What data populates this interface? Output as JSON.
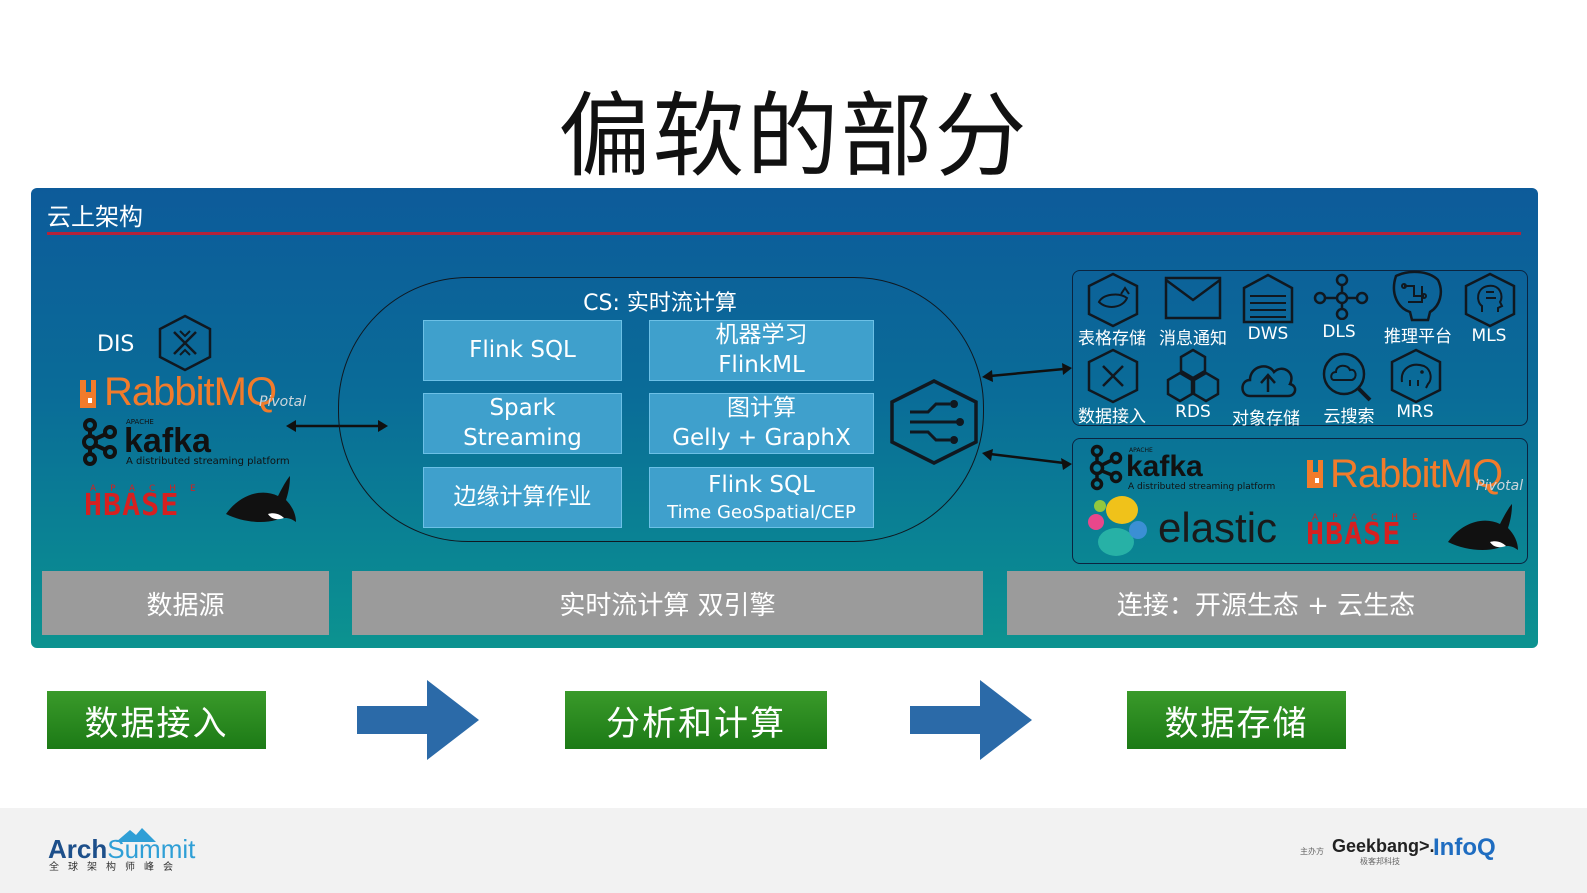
{
  "title": "偏软的部分",
  "panel": {
    "title": "云上架构",
    "sources": {
      "dis": "DIS",
      "rabbitmq": "RabbitMQ",
      "pivotal": "Pivotal",
      "kafka": "kafka",
      "kafka_apache": "APACHE",
      "kafka_tagline": "A distributed streaming platform",
      "hbase": "HBASE",
      "hbase_apache": "APACHE"
    },
    "cs": {
      "title": "CS: 实时流计算",
      "tiles": [
        {
          "line1": "Flink SQL",
          "line2": ""
        },
        {
          "line1": "机器学习",
          "line2": "FlinkML"
        },
        {
          "line1": "Spark",
          "line2": "Streaming"
        },
        {
          "line1": "图计算",
          "line2": "Gelly + GraphX"
        },
        {
          "line1": "边缘计算作业",
          "line2": ""
        },
        {
          "line1": "Flink SQL",
          "line2": "Time GeoSpatial/CEP"
        }
      ]
    },
    "cloud_services": [
      {
        "label": "表格存储",
        "icon": "whale-hex-icon"
      },
      {
        "label": "消息通知",
        "icon": "envelope-icon"
      },
      {
        "label": "DWS",
        "icon": "warehouse-icon"
      },
      {
        "label": "DLS",
        "icon": "network-icon"
      },
      {
        "label": "推理平台",
        "icon": "circuit-brain-icon"
      },
      {
        "label": "MLS",
        "icon": "head-hex-icon"
      },
      {
        "label": "数据接入",
        "icon": "dis-hex-icon"
      },
      {
        "label": "RDS",
        "icon": "hexagons-icon"
      },
      {
        "label": "对象存储",
        "icon": "cloud-upload-icon"
      },
      {
        "label": "云搜索",
        "icon": "search-cloud-icon"
      },
      {
        "label": "MRS",
        "icon": "elephant-hex-icon"
      }
    ],
    "open_source": {
      "kafka": "kafka",
      "kafka_apache": "APACHE",
      "kafka_tagline": "A distributed streaming platform",
      "rabbitmq": "RabbitMQ",
      "pivotal": "Pivotal",
      "elastic": "elastic",
      "hbase": "HBASE",
      "hbase_apache": "APACHE"
    },
    "bars": [
      "数据源",
      "实时流计算 双引擎",
      "连接：开源生态 + 云生态"
    ]
  },
  "stages": [
    "数据接入",
    "分析和计算",
    "数据存储"
  ],
  "footer": {
    "arch": "Arch",
    "summit": "Summit",
    "arch_sub": "全球架构师峰会",
    "host": "主办方",
    "geekbang": "Geekbang>.",
    "geekbang_sub": "极客邦科技",
    "infoq": "InfoQ"
  },
  "colors": {
    "panel_top": "#0d5b9a",
    "panel_bottom": "#0c9390",
    "tile": "#3fa0cc",
    "bar": "#9b9b9b",
    "stage": "#2a8a20",
    "arrow": "#2b6aa8",
    "divider": "#b5233a"
  }
}
